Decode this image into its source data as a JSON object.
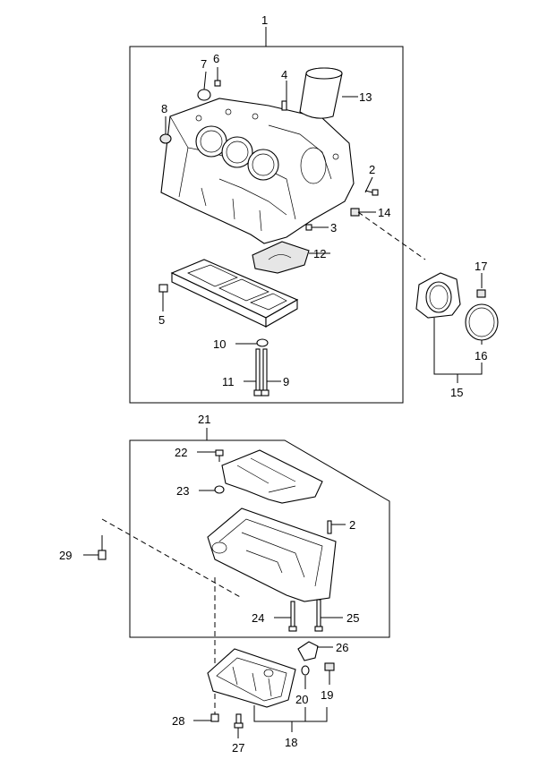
{
  "diagram": {
    "callouts": [
      {
        "id": "c1",
        "text": "1"
      },
      {
        "id": "c2a",
        "text": "2"
      },
      {
        "id": "c3",
        "text": "3"
      },
      {
        "id": "c4",
        "text": "4"
      },
      {
        "id": "c5",
        "text": "5"
      },
      {
        "id": "c6",
        "text": "6"
      },
      {
        "id": "c7",
        "text": "7"
      },
      {
        "id": "c8",
        "text": "8"
      },
      {
        "id": "c9",
        "text": "9"
      },
      {
        "id": "c10",
        "text": "10"
      },
      {
        "id": "c11",
        "text": "11"
      },
      {
        "id": "c12",
        "text": "12"
      },
      {
        "id": "c13",
        "text": "13"
      },
      {
        "id": "c14",
        "text": "14"
      },
      {
        "id": "c15",
        "text": "15"
      },
      {
        "id": "c16",
        "text": "16"
      },
      {
        "id": "c17",
        "text": "17"
      },
      {
        "id": "c18",
        "text": "18"
      },
      {
        "id": "c19",
        "text": "19"
      },
      {
        "id": "c20",
        "text": "20"
      },
      {
        "id": "c21",
        "text": "21"
      },
      {
        "id": "c22",
        "text": "22"
      },
      {
        "id": "c23",
        "text": "23"
      },
      {
        "id": "c2b",
        "text": "2"
      },
      {
        "id": "c24",
        "text": "24"
      },
      {
        "id": "c25",
        "text": "25"
      },
      {
        "id": "c26",
        "text": "26"
      },
      {
        "id": "c27",
        "text": "27"
      },
      {
        "id": "c28",
        "text": "28"
      },
      {
        "id": "c29",
        "text": "29"
      }
    ]
  }
}
